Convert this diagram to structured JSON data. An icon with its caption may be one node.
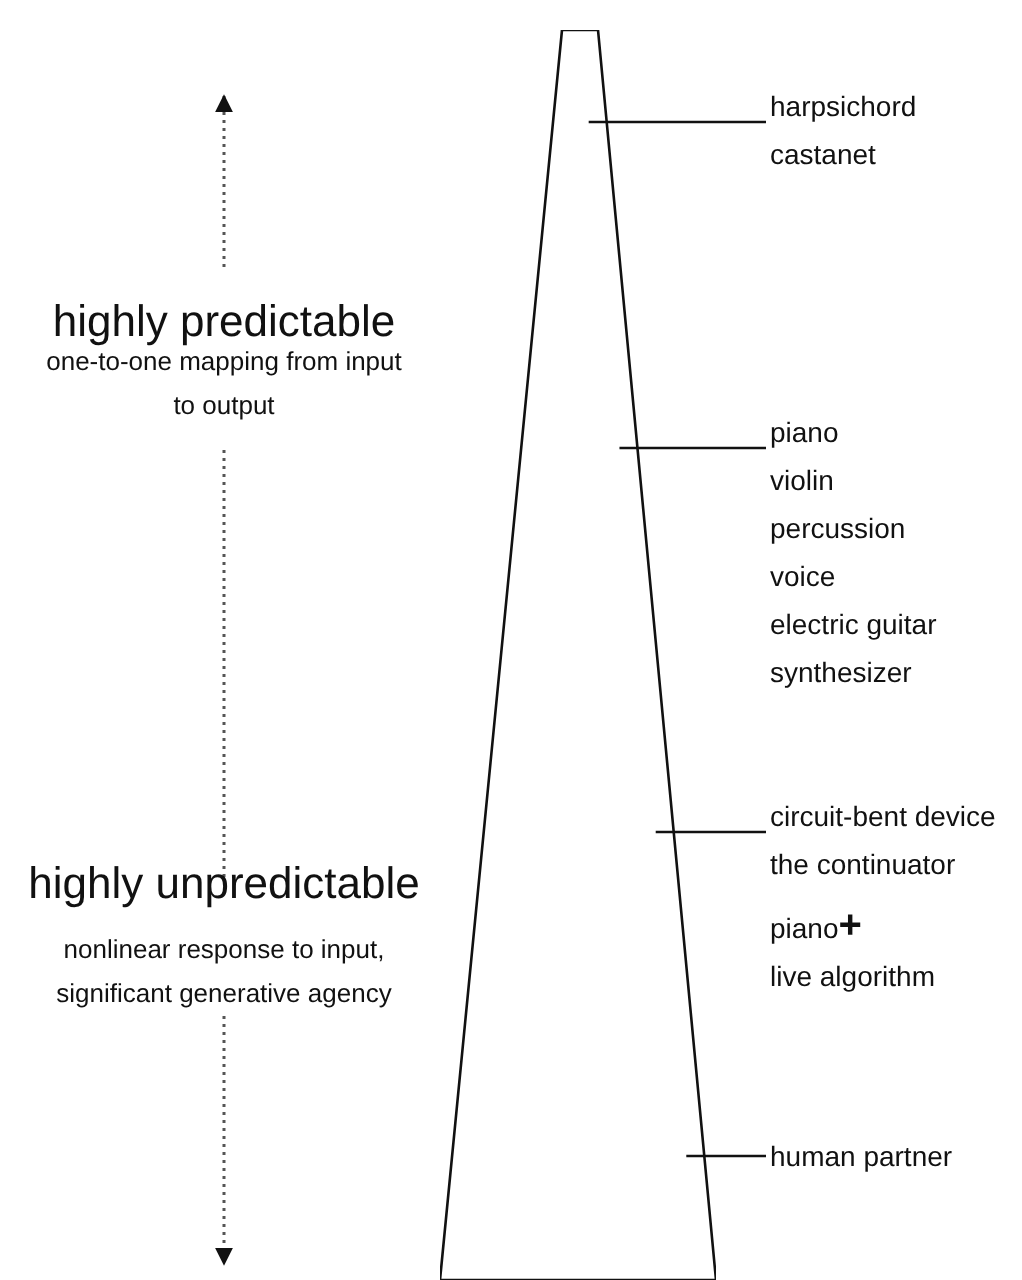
{
  "diagram": {
    "nodes": [
      {
        "text": [],
        "shape": "tower"
      },
      {
        "text": [
          "harpsichord",
          "castanet"
        ]
      },
      {
        "text": [
          "piano",
          "violin",
          "percussion",
          "voice",
          "electric guitar",
          "synthesizer"
        ]
      },
      {
        "text": [
          "circuit-bent device",
          "the continuator",
          "piano**+**",
          "live algorithm"
        ]
      },
      {
        "text": [
          "human partner"
        ]
      }
    ],
    "edges": [
      {
        "from": 1,
        "to": 0,
        "arrow": "none"
      },
      {
        "from": 2,
        "to": 0,
        "arrow": "none"
      },
      {
        "from": 3,
        "to": 0,
        "arrow": "none"
      },
      {
        "from": 4,
        "to": 0,
        "arrow": "none"
      }
    ],
    "labels": [
      "highly predictable",
      "one-to-one mapping from input to output",
      "highly unpredictable",
      "nonlinear response to input, significant generative agency"
    ]
  }
}
